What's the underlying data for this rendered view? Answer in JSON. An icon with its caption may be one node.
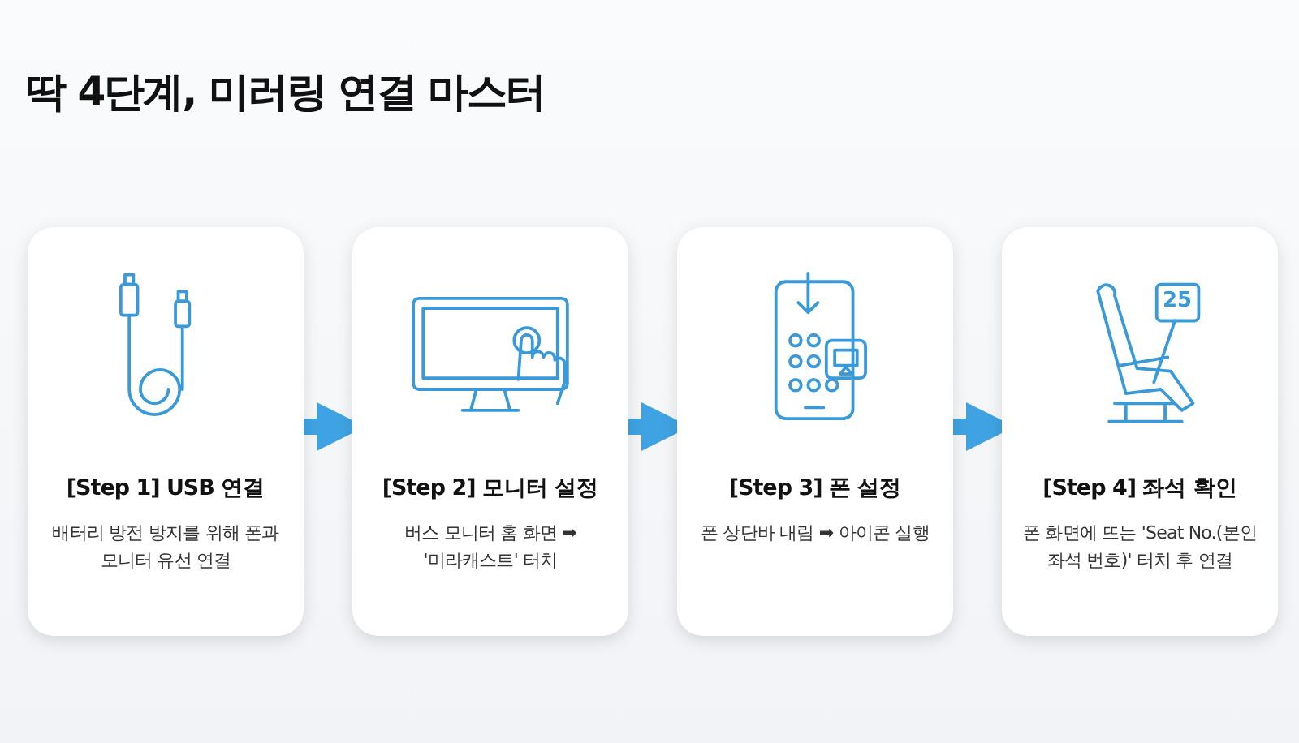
{
  "diagram": {
    "title": "딱 4단계, 미러링 연결 마스터",
    "nodes": [
      {
        "text": [
          "[Step 1] USB 연결",
          "배터리 방전 방지를 위해 폰과 모니터 유선 연결"
        ]
      },
      {
        "text": [
          "[Step 2] 모니터 설정",
          "버스 모니터 홈 화면 ➡ '미라캐스트' 터치"
        ]
      },
      {
        "text": [
          "[Step 3] 폰 설정",
          "폰 상단바 내림 ➡ 아이콘 실행"
        ]
      },
      {
        "text": [
          "[Step 4] 좌석 확인",
          "폰 화면에 뜨는 'Seat No.(본인 좌석 번호)' 터치 후 연결"
        ]
      }
    ],
    "edges": [
      {
        "from": 0,
        "to": 1,
        "arrow": "to"
      },
      {
        "from": 1,
        "to": 2,
        "arrow": "to"
      },
      {
        "from": 2,
        "to": 3,
        "arrow": "to"
      }
    ],
    "labels": [
      "25"
    ]
  }
}
